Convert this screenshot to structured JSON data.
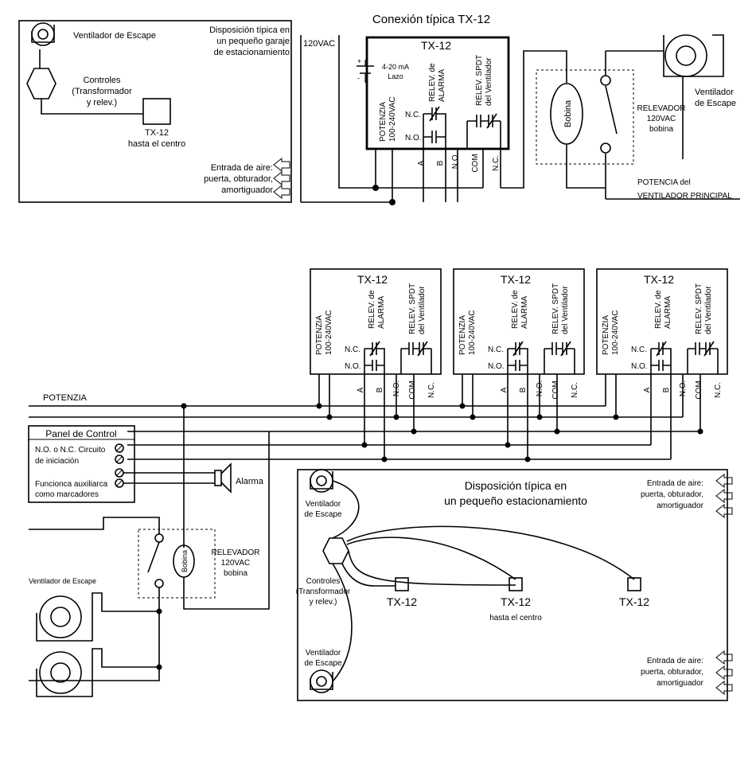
{
  "top_left_panel": {
    "fan_label": "Ventilador de Escape",
    "layout_title_1": "Disposición típica en",
    "layout_title_2": "un pequeño garaje",
    "layout_title_3": "de estacionamiento",
    "controls_1": "Controles",
    "controls_2": "(Transformador",
    "controls_3": "y relev.)",
    "tx12": "TX-12",
    "tx12_sub": "hasta el centro",
    "air_1": "Entrada de aire:",
    "air_2": "puerta, obturador,",
    "air_3": "amortiguador"
  },
  "top_wiring": {
    "title": "Conexión típica TX-12",
    "supply": "120VAC",
    "device": "TX-12",
    "loop_1": "4-20 mA",
    "loop_2": "Lazo",
    "plus": "+",
    "minus": "-",
    "power_1": "POTENZIA",
    "power_2": "100-240VAC",
    "alarm_relay_1": "RELEV. de",
    "alarm_relay_2": "ALARMA",
    "fan_relay_1": "RELEV. SPDT",
    "fan_relay_2": "del Ventilador",
    "nc": "N.C.",
    "no": "N.O.",
    "term_a": "A",
    "term_b": "B",
    "term_no": "N.O.",
    "term_com": "COM",
    "term_nc": "N.C.",
    "coil": "Bobina",
    "relay_1": "RELEVADOR",
    "relay_2": "120VAC",
    "relay_3": "bobina",
    "fan_1": "Ventilador",
    "fan_2": "de Escape",
    "main_power_1": "POTENCIA del",
    "main_power_2": "VENTILADOR PRINCIPAL"
  },
  "bottom_wiring": {
    "device": "TX-12",
    "power_1": "POTENZIA",
    "power_2": "100-240VAC",
    "alarm_relay_1": "RELEV. de",
    "alarm_relay_2": "ALARMA",
    "fan_relay_1": "RELEV. SPDT",
    "fan_relay_2": "del Ventilador",
    "nc": "N.C.",
    "no": "N.O.",
    "term_a": "A",
    "term_b": "B",
    "term_no": "N.O.",
    "term_com": "COM",
    "term_nc": "N.C.",
    "power_line": "POTENZIA",
    "panel_title": "Panel de Control",
    "panel_1": "N.O. o N.C. Circuito",
    "panel_2": "de iniciación",
    "panel_3": "Funcionca auxiliarca",
    "panel_4": "como marcadores",
    "alarm": "Alarma",
    "coil": "Bobina",
    "relay_1": "RELEVADOR",
    "relay_2": "120VAC",
    "relay_3": "bobina",
    "fan_label": "Ventilador de Escape"
  },
  "bottom_layout": {
    "title_1": "Disposición típica en",
    "title_2": "un pequeño estacionamiento",
    "fan_1": "Ventilador",
    "fan_2": "de Escape",
    "air_1": "Entrada de aire:",
    "air_2": "puerta, obturador,",
    "air_3": "amortiguador",
    "controls_1": "Controles",
    "controls_2": "(Transformador",
    "controls_3": "y relev.)",
    "tx12": "TX-12",
    "tx12_sub": "hasta el centro"
  }
}
